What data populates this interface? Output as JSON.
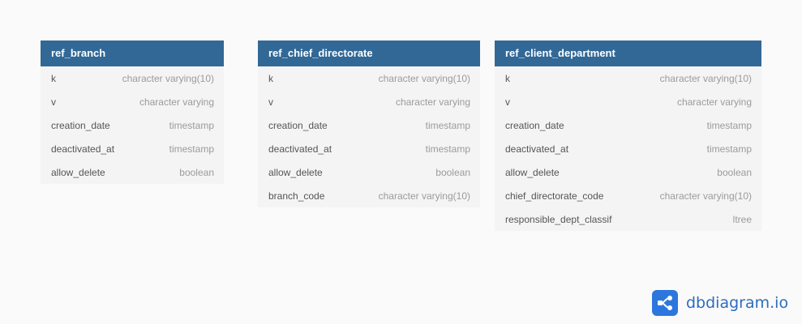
{
  "tables": [
    {
      "name": "ref_branch",
      "columns": [
        {
          "name": "k",
          "type": "character varying(10)"
        },
        {
          "name": "v",
          "type": "character varying"
        },
        {
          "name": "creation_date",
          "type": "timestamp"
        },
        {
          "name": "deactivated_at",
          "type": "timestamp"
        },
        {
          "name": "allow_delete",
          "type": "boolean"
        }
      ]
    },
    {
      "name": "ref_chief_directorate",
      "columns": [
        {
          "name": "k",
          "type": "character varying(10)"
        },
        {
          "name": "v",
          "type": "character varying"
        },
        {
          "name": "creation_date",
          "type": "timestamp"
        },
        {
          "name": "deactivated_at",
          "type": "timestamp"
        },
        {
          "name": "allow_delete",
          "type": "boolean"
        },
        {
          "name": "branch_code",
          "type": "character varying(10)"
        }
      ]
    },
    {
      "name": "ref_client_department",
      "columns": [
        {
          "name": "k",
          "type": "character varying(10)"
        },
        {
          "name": "v",
          "type": "character varying"
        },
        {
          "name": "creation_date",
          "type": "timestamp"
        },
        {
          "name": "deactivated_at",
          "type": "timestamp"
        },
        {
          "name": "allow_delete",
          "type": "boolean"
        },
        {
          "name": "chief_directorate_code",
          "type": "character varying(10)"
        },
        {
          "name": "responsible_dept_classif",
          "type": "ltree"
        }
      ]
    }
  ],
  "branding": {
    "text": "dbdiagram.io",
    "icon": "share-nodes-icon",
    "color": "#2d76de"
  },
  "colors": {
    "header": "#316896",
    "body": "#f4f4f4"
  }
}
